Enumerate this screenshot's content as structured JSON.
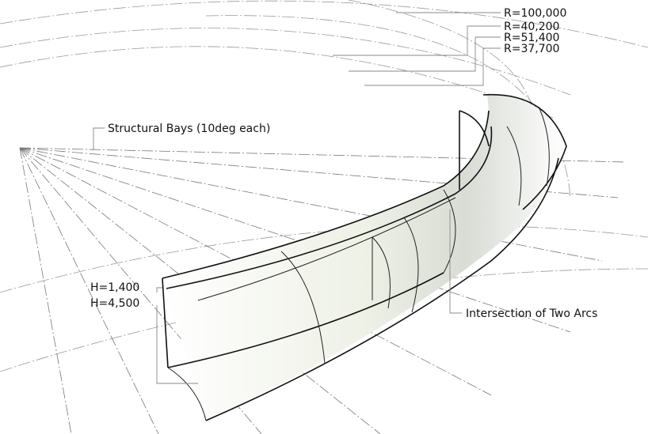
{
  "radius_labels": [
    "R=100,000",
    "R=40,200",
    "R=51,400",
    "R=37,700"
  ],
  "bays_label": "Structural Bays (10deg each)",
  "height_labels": [
    "H=1,400",
    "H=4,500"
  ],
  "intersection_label": "Intersection of Two Arcs",
  "colors": {
    "line": "#111111",
    "construction": "#888888",
    "surface": "#f2f4ee"
  }
}
